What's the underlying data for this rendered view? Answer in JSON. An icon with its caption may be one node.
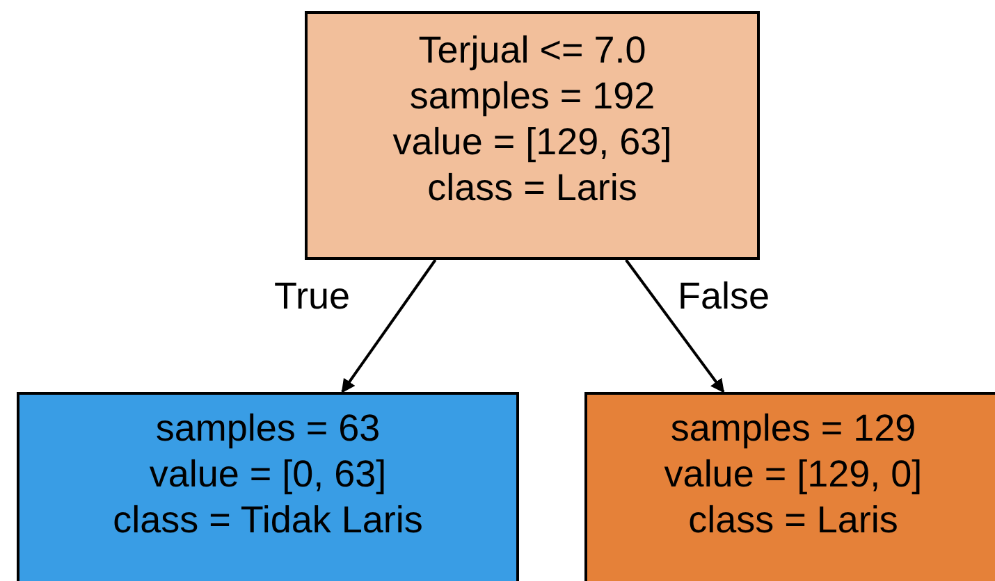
{
  "diagram": {
    "nodes": [
      {
        "text": [
          "Terjual <= 7.0",
          "samples = 192",
          "value = [129, 63]",
          "class = Laris"
        ]
      },
      {
        "text": [
          "samples = 63",
          "value = [0, 63]",
          "class = Tidak Laris"
        ]
      },
      {
        "text": [
          "samples = 129",
          "value = [129, 0]",
          "class = Laris"
        ]
      }
    ],
    "edges": [
      {
        "from": 0,
        "to": 1,
        "arrow": "to",
        "label": "True"
      },
      {
        "from": 0,
        "to": 2,
        "arrow": "to",
        "label": "False"
      }
    ]
  }
}
